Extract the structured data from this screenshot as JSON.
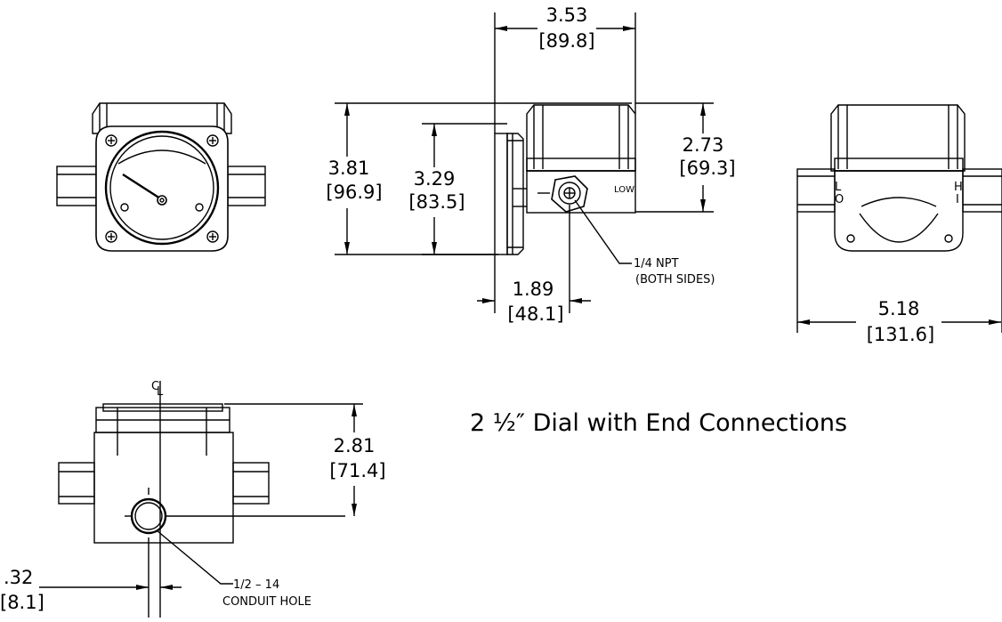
{
  "title": "2 ½″ Dial with End Connections",
  "dimensions": {
    "width_top": {
      "in": "3.53",
      "mm": "[89.8]"
    },
    "height_overall": {
      "in": "3.81",
      "mm": "[96.9]"
    },
    "height_face": {
      "in": "3.29",
      "mm": "[83.5]"
    },
    "height_body": {
      "in": "2.73",
      "mm": "[69.3]"
    },
    "port_offset": {
      "in": "1.89",
      "mm": "[48.1]"
    },
    "width_overall": {
      "in": "5.18",
      "mm": "[131.6]"
    },
    "height_bottom_view": {
      "in": "2.81",
      "mm": "[71.4]"
    },
    "conduit_offset": {
      "in": ".32",
      "mm": "[8.1]"
    }
  },
  "callouts": {
    "npt_line1": "1/4 NPT",
    "npt_line2": "(BOTH SIDES)",
    "conduit_line1": "1/2 – 14",
    "conduit_line2": "CONDUIT HOLE",
    "low_port": "LOW",
    "lo_letter_1": "L",
    "lo_letter_2": "O",
    "hi_letter_1": "H",
    "hi_letter_2": "I",
    "centerline_c": "C",
    "centerline_l": "L"
  }
}
